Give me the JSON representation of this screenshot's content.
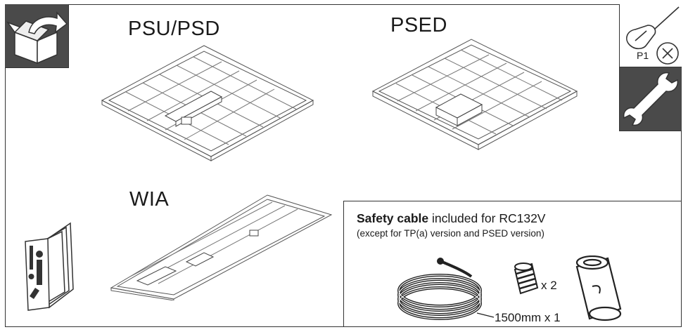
{
  "labels": {
    "psu": "PSU/PSD",
    "psed": "PSED",
    "wia": "WIA",
    "p1": "P1"
  },
  "safety": {
    "title_bold": "Safety cable",
    "title_rest": " included for RC132V",
    "subtitle": "(except for TP(a) version and PSED version)",
    "nut_qty": "x 2",
    "cable_qty": "1500mm x 1"
  },
  "icons": {
    "unbox": "unbox-arrow-icon",
    "screwdriver": "screwdriver-icon",
    "wrench": "wrench-icon",
    "manual": "manual-booklet-icon",
    "no_tool": "circled-x-icon"
  },
  "colors": {
    "dark_tile": "#4a4a4a",
    "line": "#333333"
  }
}
